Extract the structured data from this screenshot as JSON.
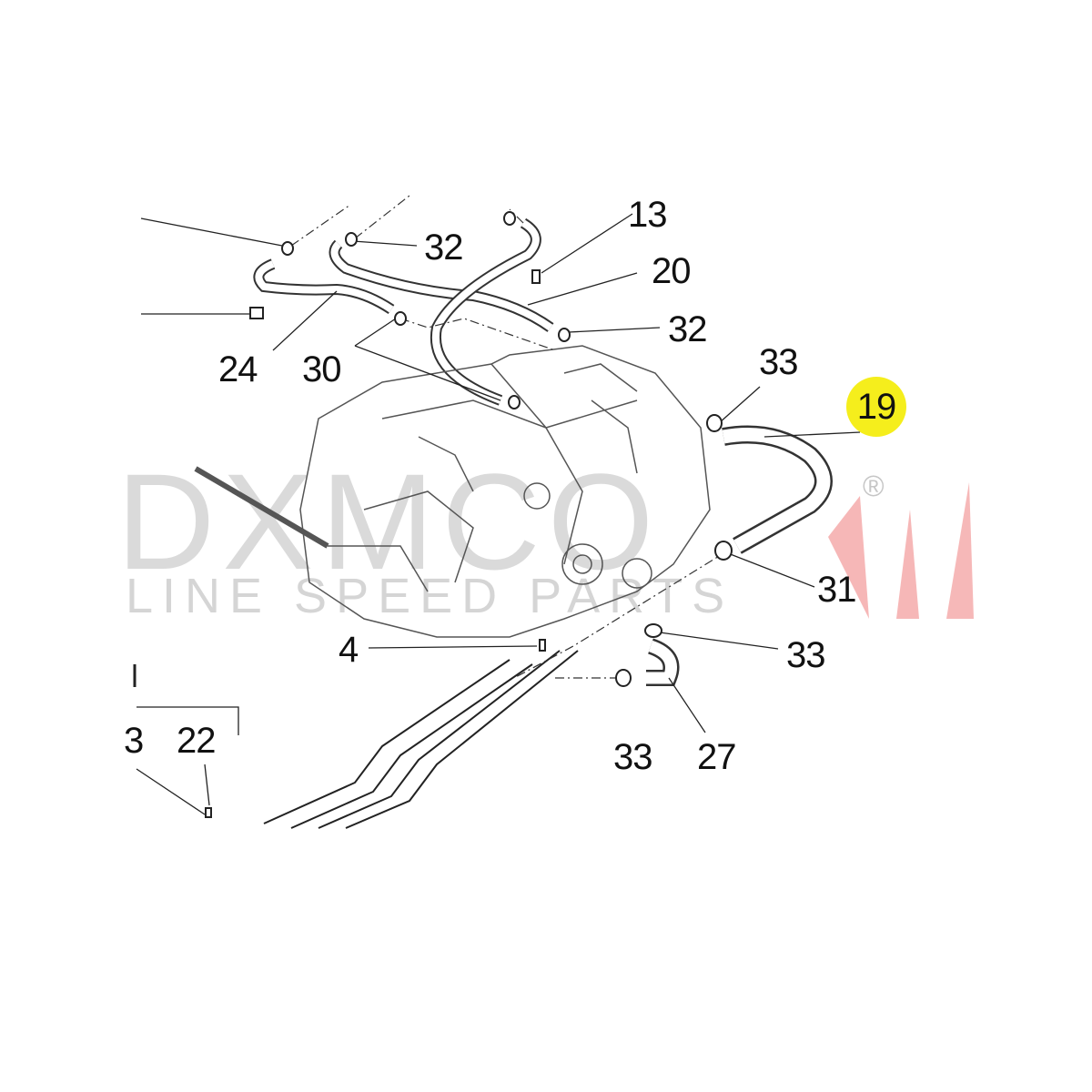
{
  "diagram": {
    "callouts": [
      {
        "id": "label-13",
        "text": "13"
      },
      {
        "id": "label-32-top",
        "text": "32"
      },
      {
        "id": "label-20",
        "text": "20"
      },
      {
        "id": "label-32-mid",
        "text": "32"
      },
      {
        "id": "label-33-top",
        "text": "33"
      },
      {
        "id": "label-24",
        "text": "24"
      },
      {
        "id": "label-30",
        "text": "30"
      },
      {
        "id": "label-31",
        "text": "31"
      },
      {
        "id": "label-4",
        "text": "4"
      },
      {
        "id": "label-33-right",
        "text": "33"
      },
      {
        "id": "label-33-bottom",
        "text": "33"
      },
      {
        "id": "label-27",
        "text": "27"
      },
      {
        "id": "label-22",
        "text": "22"
      },
      {
        "id": "label-partial-left",
        "text": "3"
      }
    ],
    "highlighted_part": {
      "text": "19",
      "color": "#f5ee1c"
    }
  },
  "watermark": {
    "brand": "DXMCO",
    "tagline": "LINE SPEED PARTS",
    "registered": "®",
    "accent": "#f08080"
  }
}
